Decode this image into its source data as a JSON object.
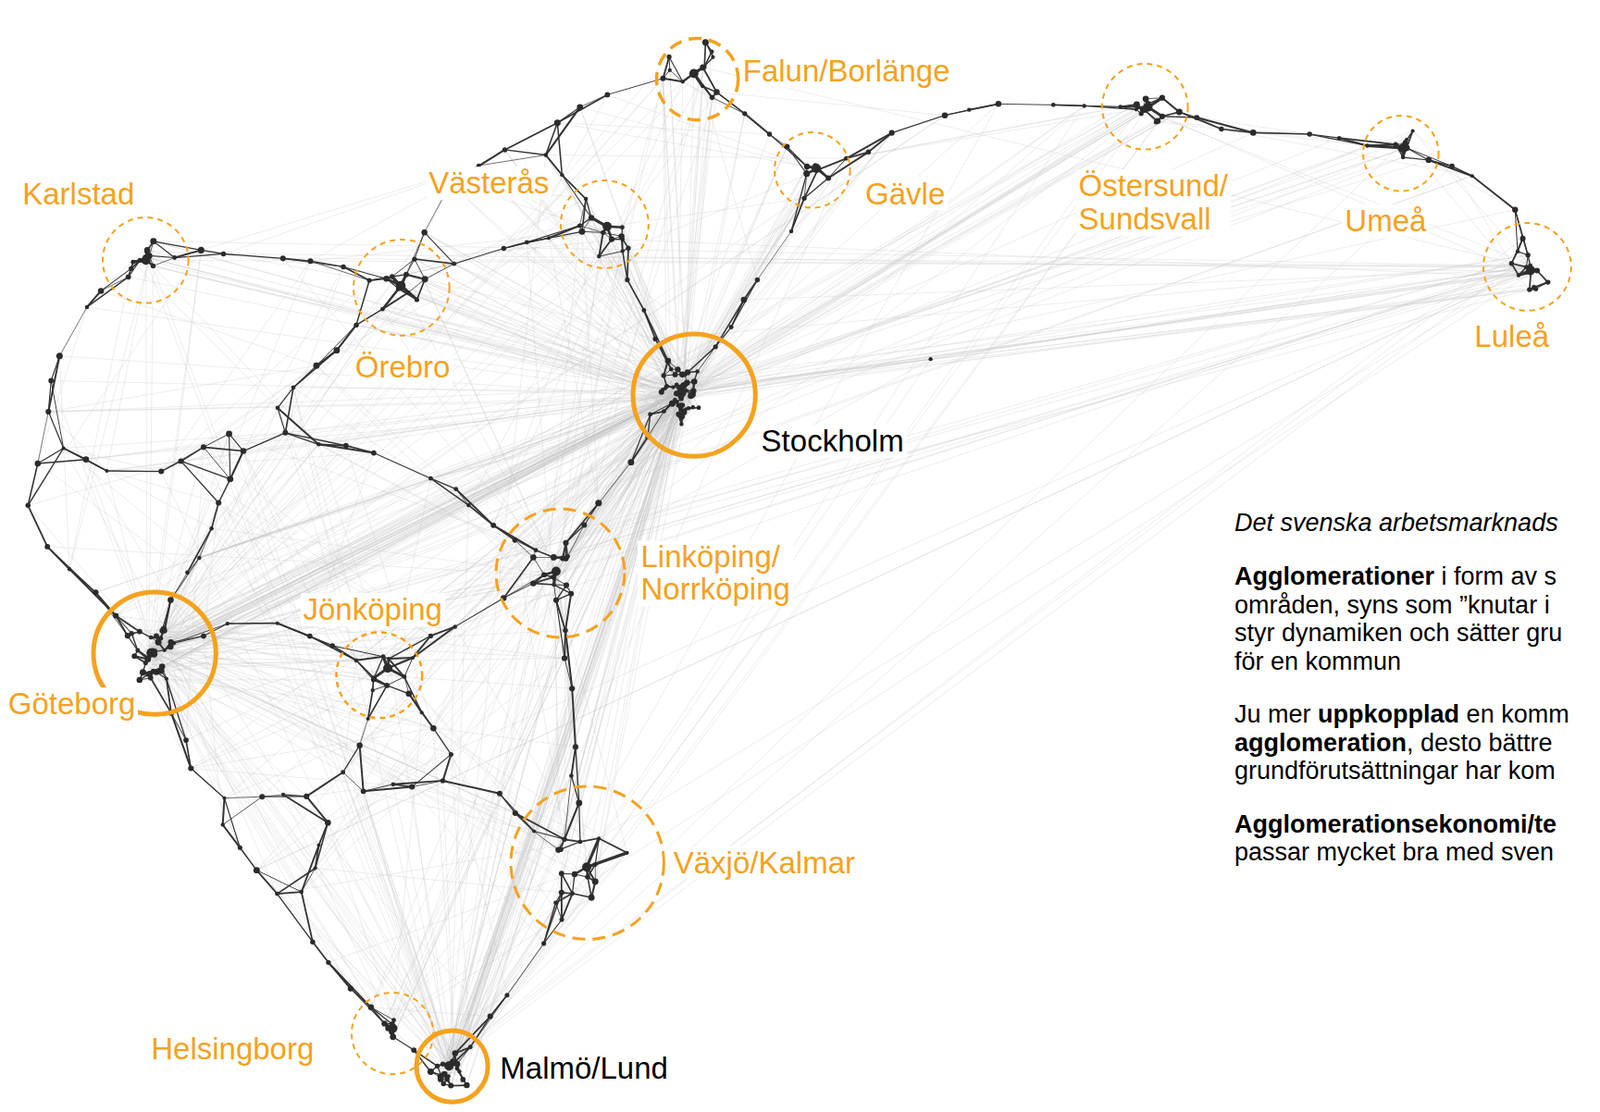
{
  "diagram": {
    "nodes": [
      {
        "text": [
          "Falun/Borlänge"
        ]
      },
      {
        "text": [
          "Karlstad"
        ]
      },
      {
        "text": [
          "Västerås"
        ]
      },
      {
        "text": [
          "Gävle"
        ]
      },
      {
        "text": [
          "Östersund/ Sundsvall"
        ]
      },
      {
        "text": [
          "Umeå"
        ]
      },
      {
        "text": [
          "Örebro"
        ]
      },
      {
        "text": [
          "Luleå"
        ]
      },
      {
        "text": [
          "Stockholm"
        ]
      },
      {
        "text": [
          "Linköping/ Norrköping"
        ]
      },
      {
        "text": [
          "Jönköping"
        ]
      },
      {
        "text": [
          "Göteborg"
        ]
      },
      {
        "text": [
          "Växjö/Kalmar"
        ]
      },
      {
        "text": [
          "Helsingborg"
        ]
      },
      {
        "text": [
          "Malmö/Lund"
        ]
      }
    ],
    "labels": [
      "Det svenska arbetsmarknads",
      "Agglomerationer",
      "i form av s",
      "områden, syns som ”knutar i",
      "styr dynamiken och sätter gru",
      "för en kommun",
      "Ju mer",
      "uppkopplad",
      "en komm",
      "agglomeration",
      ", desto bättre",
      "grundförutsättningar har kom",
      "Agglomerationsekonomi/te",
      "passar mycket bra med sven"
    ]
  }
}
